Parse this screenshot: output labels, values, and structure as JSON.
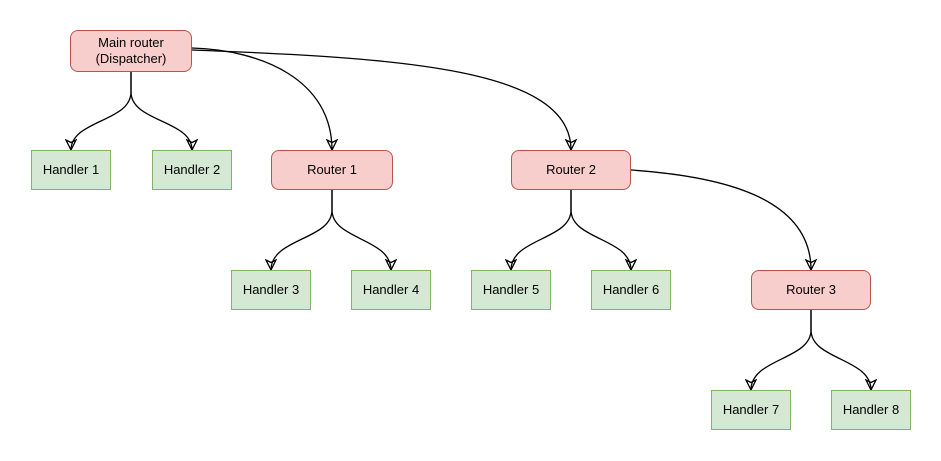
{
  "diagram": {
    "nodes": {
      "main_router": {
        "label": "Main router\n(Dispatcher)",
        "type": "router"
      },
      "handler1": {
        "label": "Handler 1",
        "type": "handler"
      },
      "handler2": {
        "label": "Handler 2",
        "type": "handler"
      },
      "router1": {
        "label": "Router 1",
        "type": "router"
      },
      "router2": {
        "label": "Router 2",
        "type": "router"
      },
      "handler3": {
        "label": "Handler 3",
        "type": "handler"
      },
      "handler4": {
        "label": "Handler 4",
        "type": "handler"
      },
      "handler5": {
        "label": "Handler 5",
        "type": "handler"
      },
      "handler6": {
        "label": "Handler 6",
        "type": "handler"
      },
      "router3": {
        "label": "Router 3",
        "type": "router"
      },
      "handler7": {
        "label": "Handler 7",
        "type": "handler"
      },
      "handler8": {
        "label": "Handler 8",
        "type": "handler"
      }
    },
    "edges": [
      {
        "from": "main_router",
        "to": "handler1"
      },
      {
        "from": "main_router",
        "to": "handler2"
      },
      {
        "from": "main_router",
        "to": "router1"
      },
      {
        "from": "main_router",
        "to": "router2"
      },
      {
        "from": "router1",
        "to": "handler3"
      },
      {
        "from": "router1",
        "to": "handler4"
      },
      {
        "from": "router2",
        "to": "handler5"
      },
      {
        "from": "router2",
        "to": "handler6"
      },
      {
        "from": "router2",
        "to": "router3"
      },
      {
        "from": "router3",
        "to": "handler7"
      },
      {
        "from": "router3",
        "to": "handler8"
      }
    ],
    "colors": {
      "router_fill": "#f8cecc",
      "router_border": "#b85450",
      "handler_fill": "#d5e8d4",
      "handler_border": "#82b366",
      "edge": "#000000",
      "background": "#ffffff"
    }
  }
}
